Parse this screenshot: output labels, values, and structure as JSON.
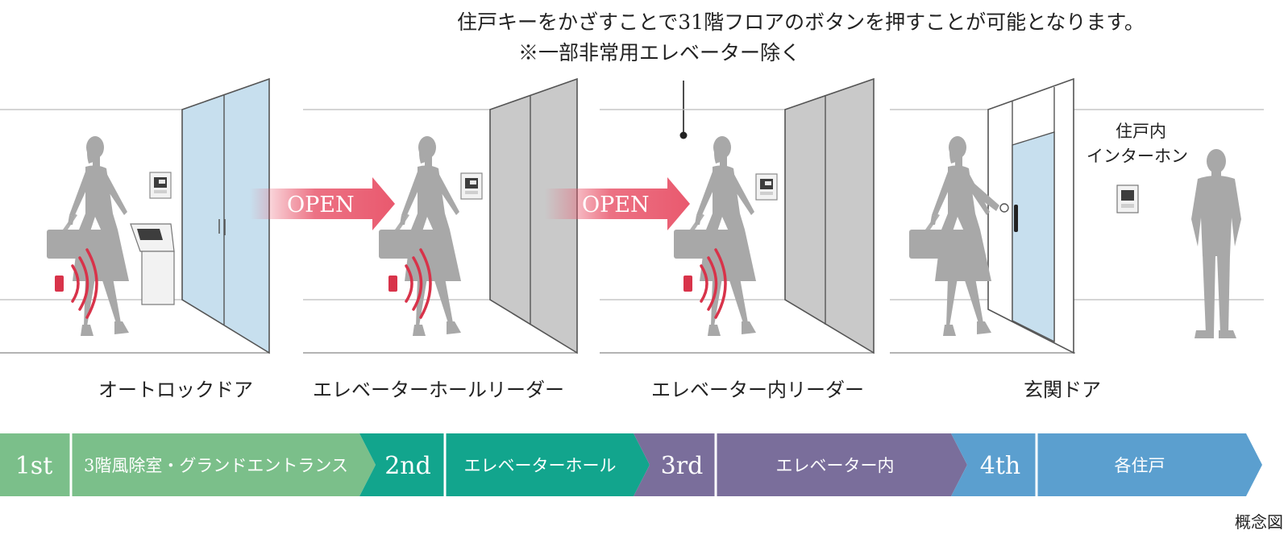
{
  "note": {
    "line1": "住戸キーをかざすことで31階フロアのボタンを押すことが可能となります。",
    "line2": "※一部非常用エレベーター除く"
  },
  "open_label": "OPEN",
  "scenes": [
    {
      "caption": "オートロックドア"
    },
    {
      "caption": "エレベーターホールリーダー"
    },
    {
      "caption": "エレベーター内リーダー"
    },
    {
      "caption": "玄関ドア",
      "intercom_label": [
        "住戸内",
        "インターホン"
      ]
    }
  ],
  "steps": [
    {
      "num": "1st",
      "name": "3階風除室・グランドエントランス",
      "color": "#7bbf8a"
    },
    {
      "num": "2nd",
      "name": "エレベーターホール",
      "color": "#12a58d"
    },
    {
      "num": "3rd",
      "name": "エレベーター内",
      "color": "#7a6e9b"
    },
    {
      "num": "4th",
      "name": "各住戸",
      "color": "#5b9fcf"
    }
  ],
  "colors": {
    "glass": "#c7dfee",
    "elevator_door": "#c9c9c9",
    "silhouette": "#a8a8a8",
    "open_arrow": "#e9596e",
    "signal": "#d8334a"
  },
  "footer": {
    "concept": "概念図"
  }
}
